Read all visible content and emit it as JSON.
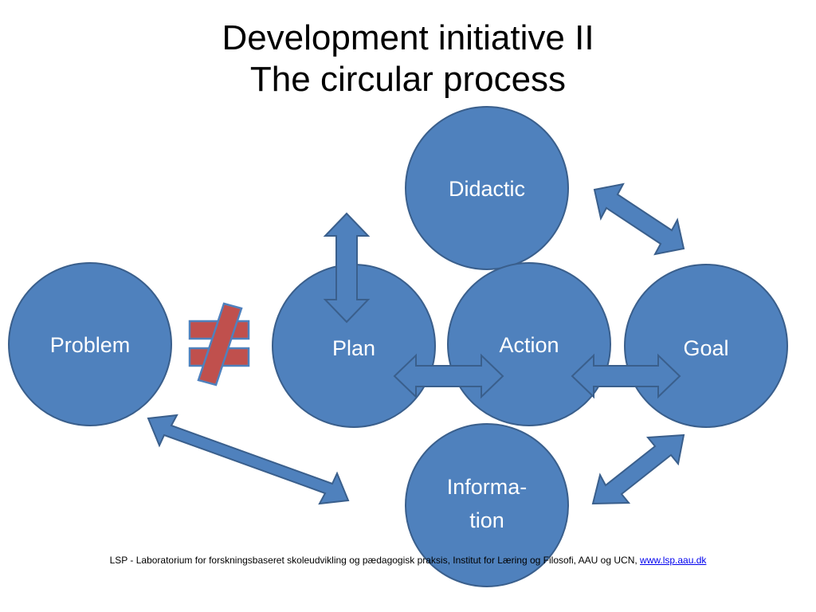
{
  "slide": {
    "title_line1": "Development initiative II",
    "title_line2": "The circular process"
  },
  "nodes": {
    "didactic": "Didactic",
    "problem": "Problem",
    "plan": "Plan",
    "action": "Action",
    "goal": "Goal",
    "information_line1": "Informa-",
    "information_line2": "tion"
  },
  "colors": {
    "node_fill": "#4f81bd",
    "node_stroke": "#3a5f8c",
    "not_equal_fill": "#c0504d",
    "not_equal_stroke": "#4f81bd"
  },
  "footer": {
    "text": "LSP - Laboratorium for forskningsbaseret skoleudvikling og pædagogisk praksis, Institut for Læring og Filosofi, AAU og UCN, ",
    "link": "www.lsp.aau.dk"
  }
}
